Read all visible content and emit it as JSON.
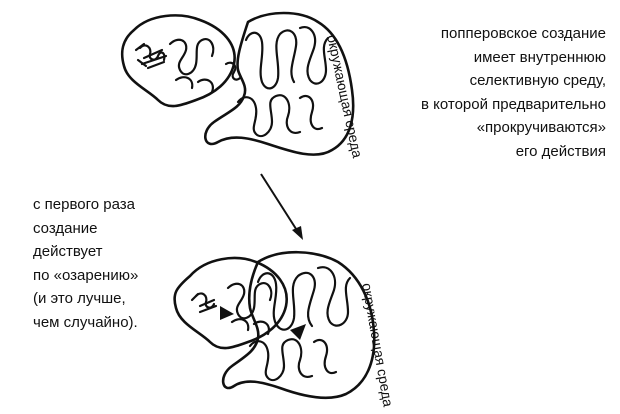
{
  "environment_label_top": "окружающая среда",
  "environment_label_bottom": "окружающая среда",
  "caption_top": {
    "lines": [
      "попперовское создание",
      "имеет внутреннюю",
      "селективную среду,",
      "в которой предварительно",
      "«прокручиваются»",
      "его действия"
    ]
  },
  "caption_left": {
    "lines": [
      "с первого раза",
      "создание",
      "действует",
      "по «озарению»",
      "(и это лучше,",
      "чем случайно)."
    ]
  },
  "colors": {
    "ink": "#111111",
    "background": "#ffffff"
  },
  "icons": {
    "arrow": "down-right-arrow",
    "pointer": "triangle-pointer-icon"
  }
}
